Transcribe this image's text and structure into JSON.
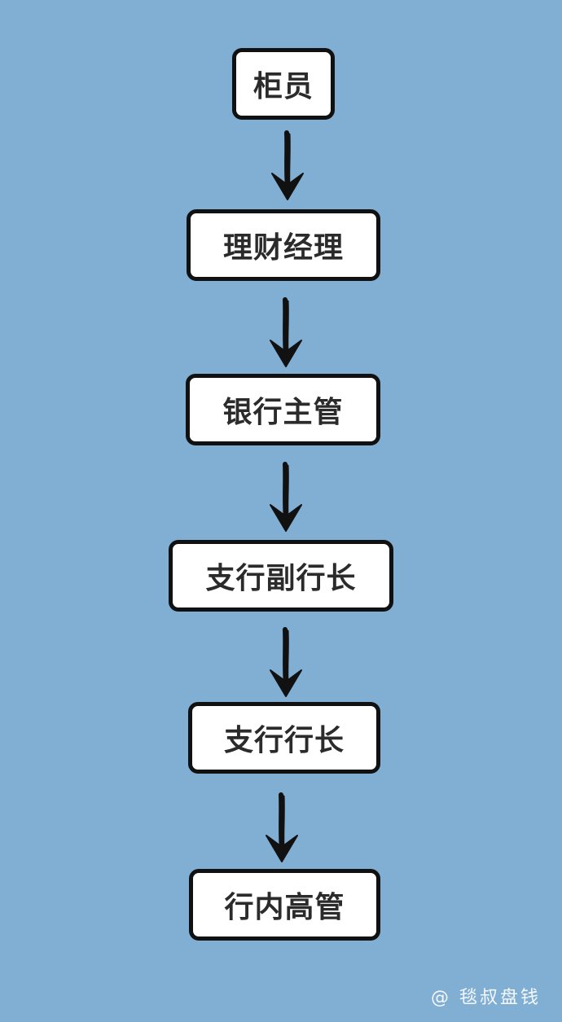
{
  "diagram": {
    "nodes": [
      {
        "id": "n1",
        "label": "柜员"
      },
      {
        "id": "n2",
        "label": "理财经理"
      },
      {
        "id": "n3",
        "label": "银行主管"
      },
      {
        "id": "n4",
        "label": "支行副行长"
      },
      {
        "id": "n5",
        "label": "支行行长"
      },
      {
        "id": "n6",
        "label": "行内高管"
      }
    ],
    "edges": [
      {
        "from": "n1",
        "to": "n2"
      },
      {
        "from": "n2",
        "to": "n3"
      },
      {
        "from": "n3",
        "to": "n4"
      },
      {
        "from": "n4",
        "to": "n5"
      },
      {
        "from": "n5",
        "to": "n6"
      }
    ]
  },
  "watermark": "@ 毯叔盘钱",
  "colors": {
    "background": "#81aed3",
    "box_fill": "#ffffff",
    "box_border": "#111111",
    "text": "#2b2b2b",
    "arrow": "#111111"
  }
}
